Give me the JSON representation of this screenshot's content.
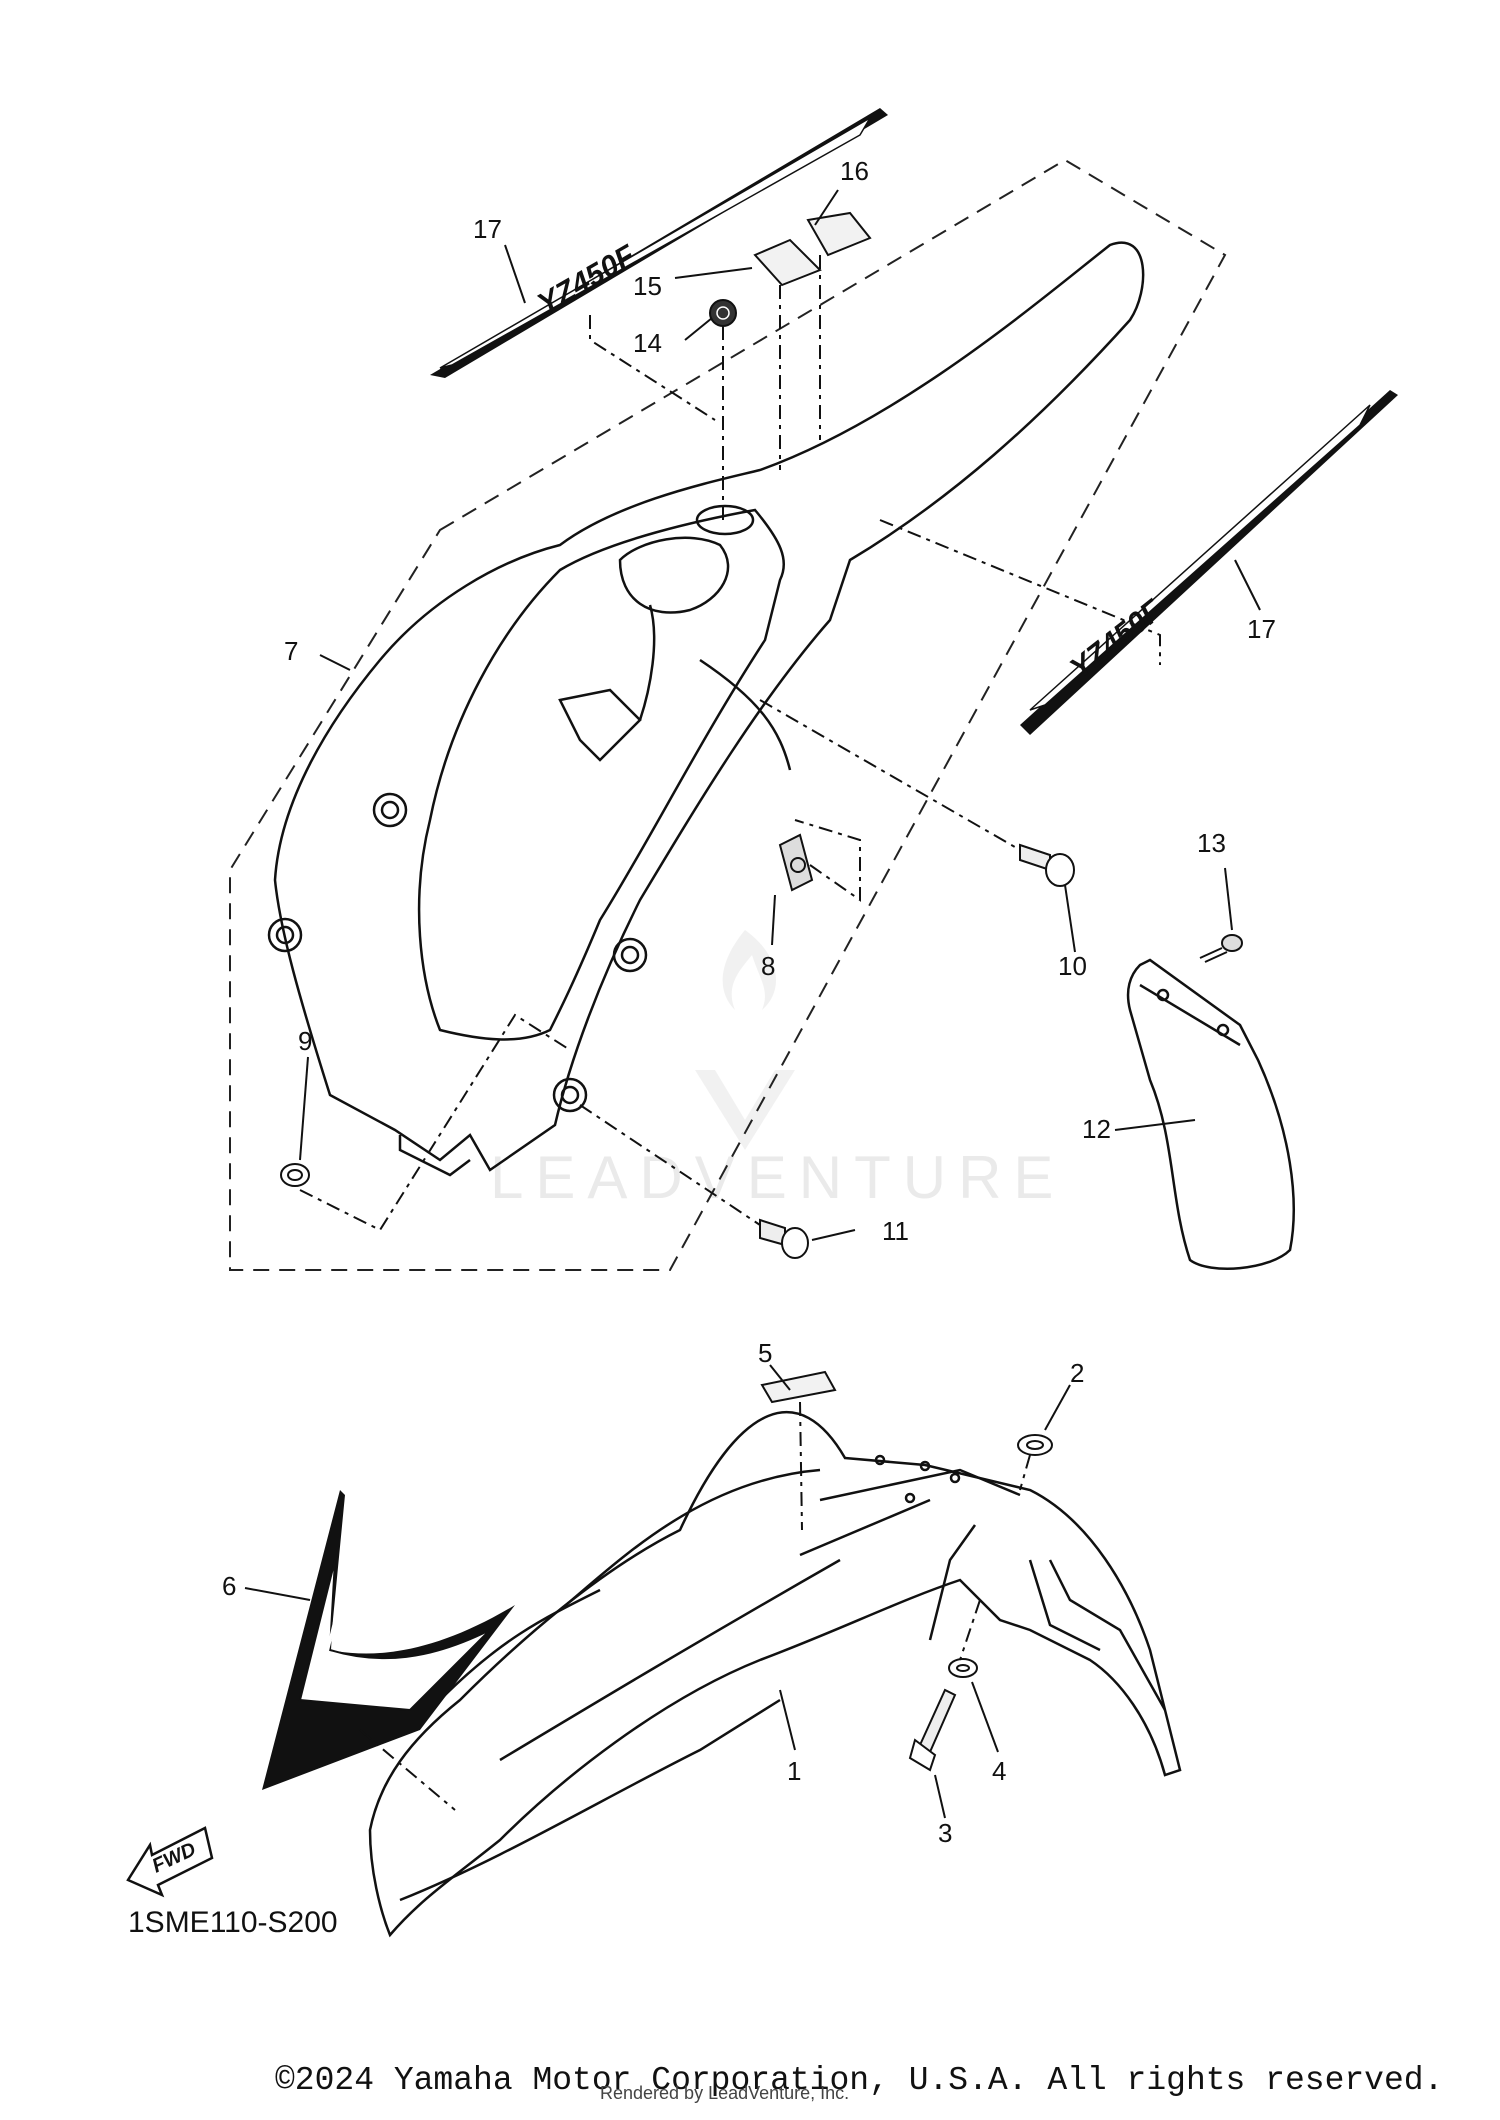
{
  "diagram": {
    "code": "1SME110-S200",
    "fwd_label": "FWD",
    "watermark": "LEADVENTURE",
    "callouts": [
      "1",
      "2",
      "3",
      "4",
      "5",
      "6",
      "7",
      "8",
      "9",
      "10",
      "11",
      "12",
      "13",
      "14",
      "15",
      "16",
      "17",
      "17"
    ],
    "decal_text": "YZ450F"
  },
  "footer": {
    "copyright": "©2024 Yamaha Motor Corporation, U.S.A. All rights reserved.",
    "rendered_by": "Rendered by LeadVenture, Inc."
  }
}
